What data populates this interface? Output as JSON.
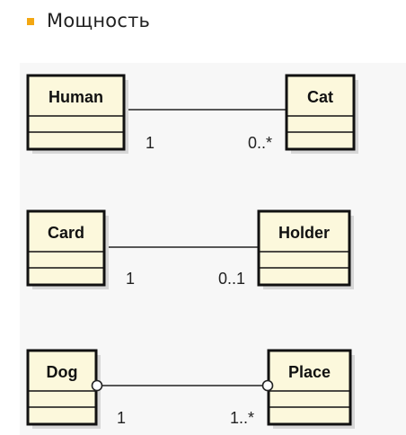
{
  "heading": {
    "bullet_icon": "square-bullet",
    "text": "Мощность"
  },
  "colors": {
    "bullet": "#f3a712",
    "panel_background": "#f7f7f7",
    "class_fill": "#fcf8dc",
    "class_border": "#111111",
    "shadow": "#d7d7d7",
    "line": "#222222"
  },
  "diagram": {
    "associations": [
      {
        "left_class": "Human",
        "right_class": "Cat",
        "left_multiplicity": "1",
        "right_multiplicity": "0..*",
        "end_style": "plain"
      },
      {
        "left_class": "Card",
        "right_class": "Holder",
        "left_multiplicity": "1",
        "right_multiplicity": "0..1",
        "end_style": "plain"
      },
      {
        "left_class": "Dog",
        "right_class": "Place",
        "left_multiplicity": "1",
        "right_multiplicity": "1..*",
        "end_style": "circle"
      }
    ]
  }
}
